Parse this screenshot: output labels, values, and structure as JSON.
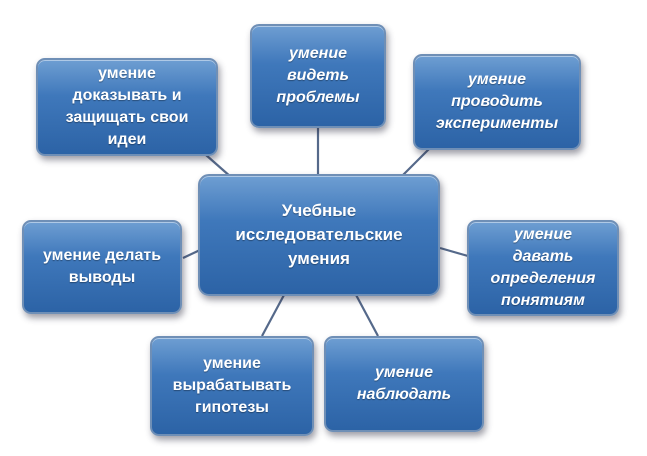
{
  "diagram": {
    "center": {
      "label": "Учебные\nисследовательские\nумения"
    },
    "skills": [
      {
        "label": "умение\nдоказывать и\nзащищать свои\nидеи"
      },
      {
        "label": "умение\nвидеть\nпроблемы"
      },
      {
        "label": "умение\nпроводить\nэксперименты"
      },
      {
        "label": "умение делать\nвыводы"
      },
      {
        "label": "умение\nдавать\nопределения\nпонятиям"
      },
      {
        "label": "умение\nвырабатывать\nгипотезы"
      },
      {
        "label": "умение\nнаблюдать"
      }
    ]
  }
}
